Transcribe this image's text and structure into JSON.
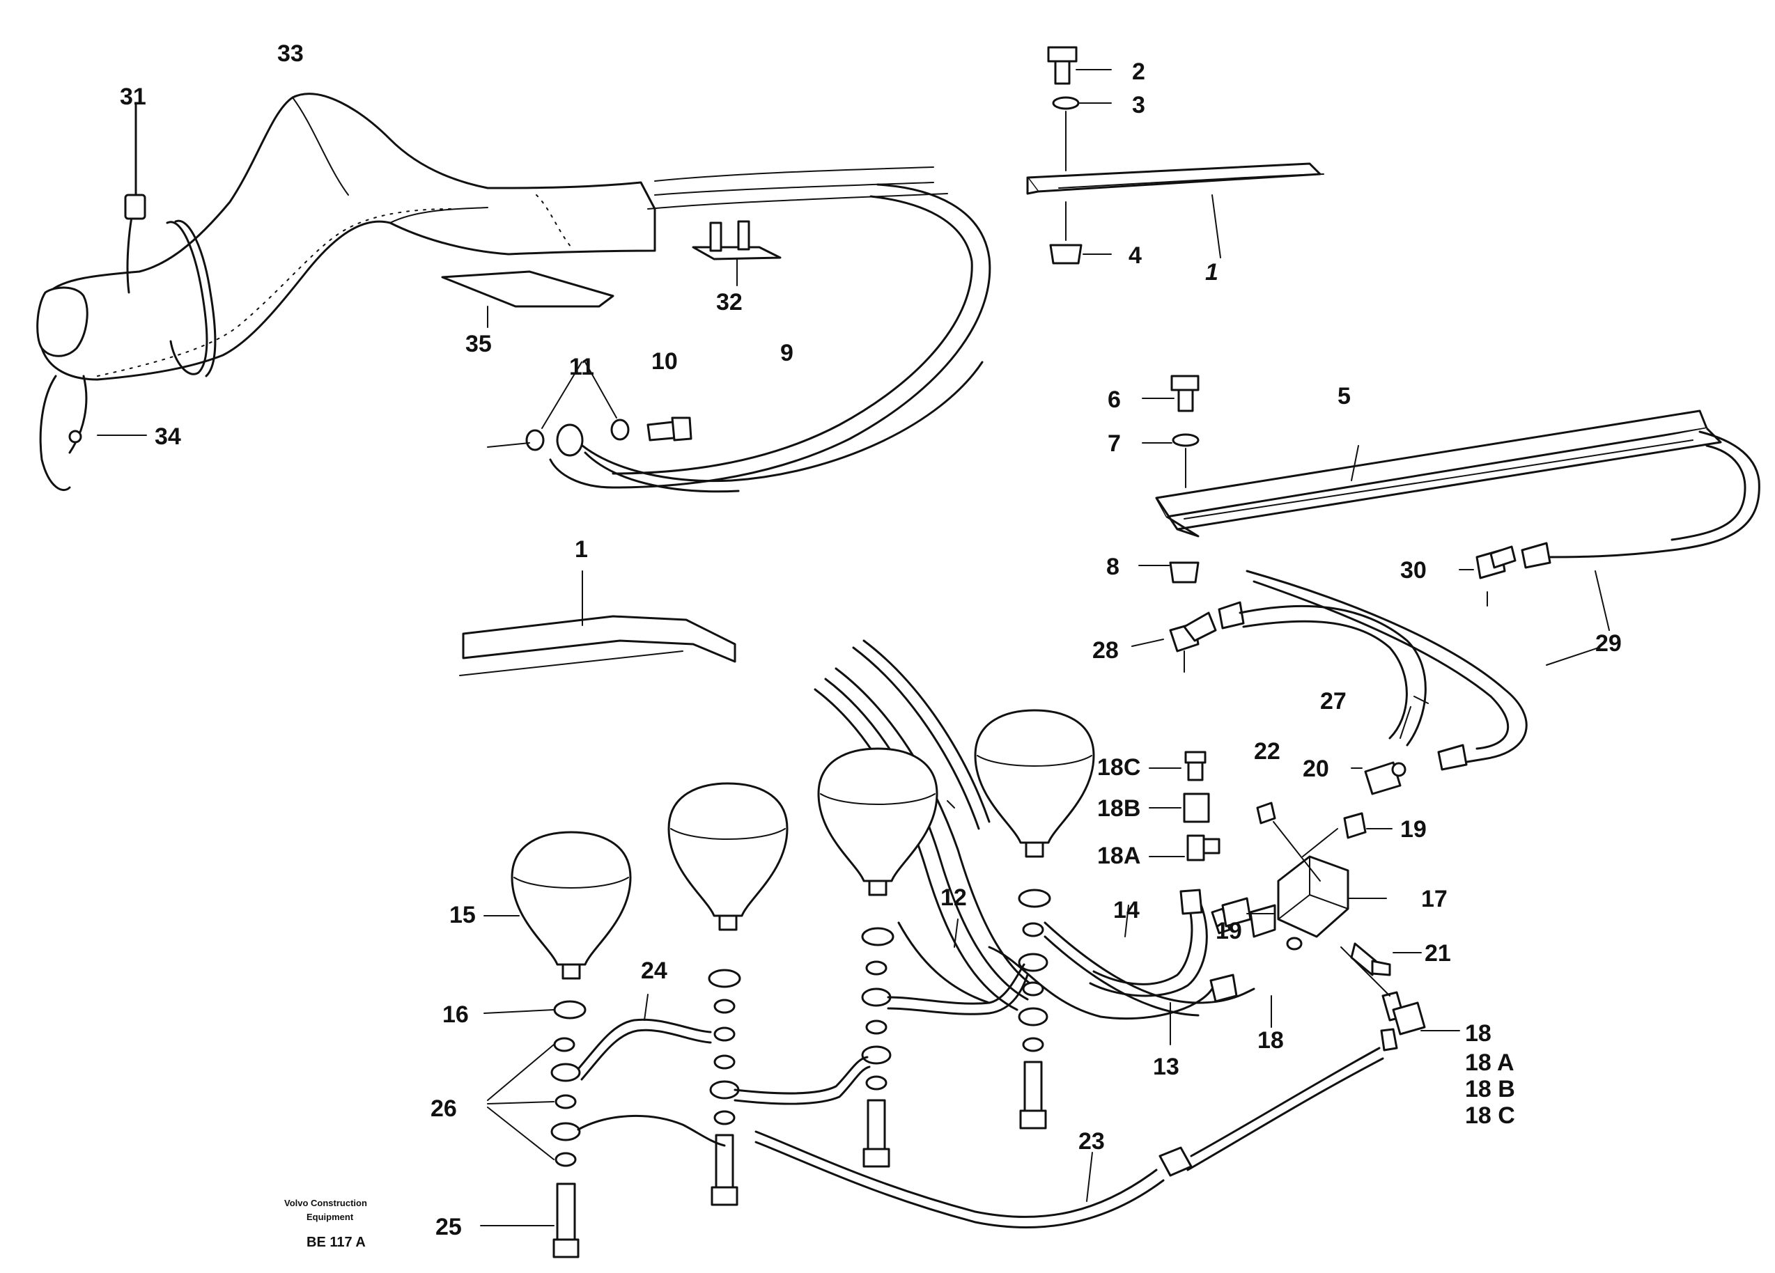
{
  "labels": {
    "l1_top": "1",
    "l1_mid": "1",
    "l2": "2",
    "l3": "3",
    "l4": "4",
    "l5": "5",
    "l6": "6",
    "l7": "7",
    "l8": "8",
    "l9": "9",
    "l10": "10",
    "l11": "11",
    "l12": "12",
    "l13": "13",
    "l14": "14",
    "l15": "15",
    "l16": "16",
    "l17": "17",
    "l18_a": "18",
    "l18_b": "18",
    "l18A": "18A",
    "l18B": "18B",
    "l18C": "18C",
    "l18A_list": "18 A",
    "l18B_list": "18 B",
    "l18C_list": "18 C",
    "l19_a": "19",
    "l19_b": "19",
    "l20": "20",
    "l21": "21",
    "l22": "22",
    "l23": "23",
    "l24": "24",
    "l25": "25",
    "l26": "26",
    "l27": "27",
    "l28": "28",
    "l29": "29",
    "l30": "30",
    "l31": "31",
    "l32": "32",
    "l33": "33",
    "l34": "34",
    "l35": "35"
  },
  "caption": {
    "line1": "Volvo Construction",
    "line2": "Equipment",
    "code": "BE 117 A"
  }
}
